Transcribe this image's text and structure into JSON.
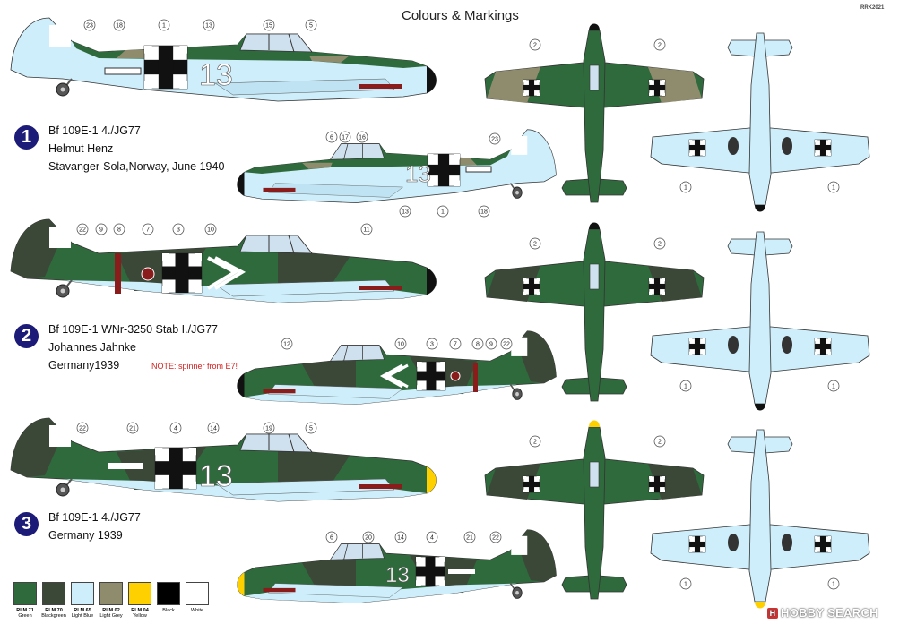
{
  "header": {
    "title": "Colours & Markings",
    "product_code": "RRK2021"
  },
  "colors": {
    "green": "#2f6a3c",
    "blackgreen": "#3b4838",
    "lightblue": "#cdeefa",
    "lightgrey": "#8f8c6e",
    "yellow": "#ffd000",
    "black": "#000000",
    "white": "#ffffff",
    "badge": "#1c1c78",
    "note": "#d42020"
  },
  "schemes": [
    {
      "number": "1",
      "lines": [
        "Bf 109E-1 4./JG77",
        "Helmut Henz",
        "Stavanger-Sola,Norway, June 1940"
      ],
      "fuselage_code": "13",
      "callouts_upper": [
        "23",
        "18",
        "1",
        "13",
        "15",
        "5"
      ],
      "callouts_lower": [
        "6",
        "17",
        "16",
        "23",
        "13",
        "1",
        "18"
      ],
      "top_callouts": [
        "2",
        "2"
      ],
      "bottom_callouts": [
        "1",
        "1"
      ]
    },
    {
      "number": "2",
      "lines": [
        "Bf 109E-1 WNr-3250 Stab I./JG77",
        "Johannes Jahnke",
        "Germany1939"
      ],
      "note": "NOTE: spinner from E7!",
      "werknummer": "3250",
      "callouts_upper": [
        "22",
        "9",
        "8",
        "7",
        "3",
        "10",
        "11"
      ],
      "callouts_lower": [
        "12",
        "10",
        "3",
        "7",
        "8",
        "9",
        "22"
      ],
      "top_callouts": [
        "2",
        "2"
      ],
      "bottom_callouts": [
        "1",
        "1"
      ]
    },
    {
      "number": "3",
      "lines": [
        "Bf 109E-1 4./JG77",
        "Germany 1939"
      ],
      "fuselage_code": "13",
      "callouts_upper": [
        "22",
        "21",
        "4",
        "14",
        "19",
        "5"
      ],
      "callouts_lower": [
        "6",
        "20",
        "14",
        "4",
        "21",
        "22"
      ],
      "top_callouts": [
        "2",
        "2"
      ],
      "bottom_callouts": [
        "1",
        "1"
      ]
    }
  ],
  "paints": [
    {
      "code": "RLM 71",
      "name": "Green",
      "hex": "#2f6a3c"
    },
    {
      "code": "RLM 70",
      "name": "Blackgreen",
      "hex": "#3b4838"
    },
    {
      "code": "RLM 65",
      "name": "Light Blue",
      "hex": "#cdeefa"
    },
    {
      "code": "RLM 02",
      "name": "Light Grey",
      "hex": "#8f8c6e"
    },
    {
      "code": "RLM 04",
      "name": "Yellow",
      "hex": "#ffd000"
    },
    {
      "code": "",
      "name": "Black",
      "hex": "#000000"
    },
    {
      "code": "",
      "name": "White",
      "hex": "#ffffff"
    }
  ],
  "watermark": {
    "icon": "hobby-search-logo-icon",
    "text": "HOBBY SEARCH"
  }
}
